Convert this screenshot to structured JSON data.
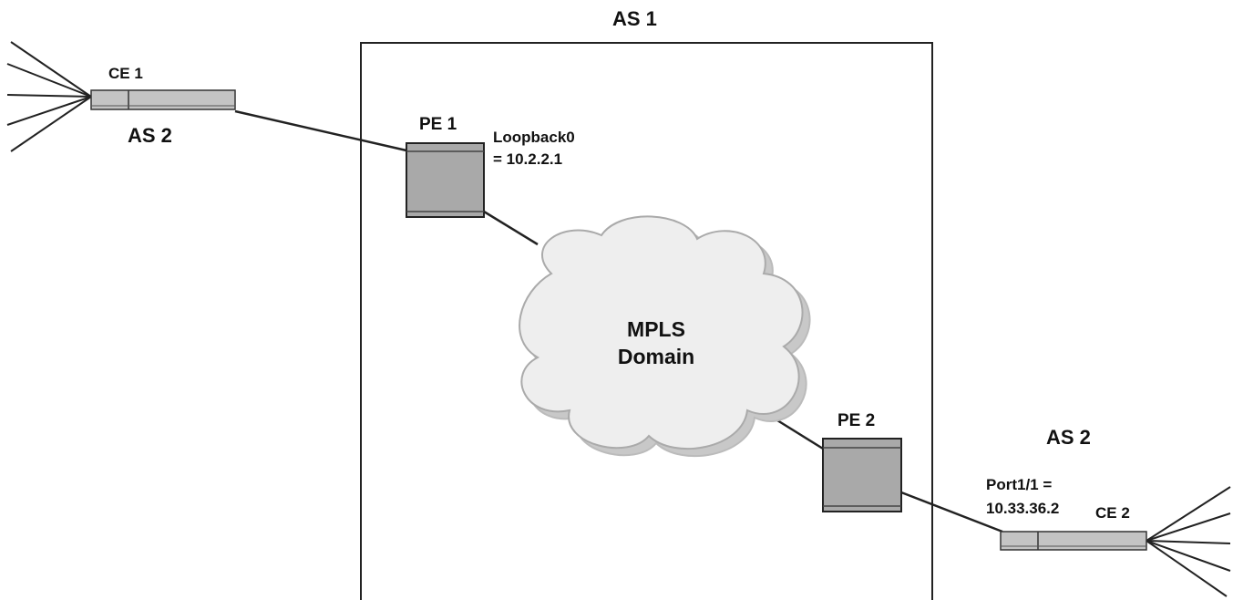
{
  "labels": {
    "as1": "AS 1",
    "as2_left": "AS 2",
    "as2_right": "AS 2",
    "ce1": "CE 1",
    "ce2": "CE 2",
    "pe1": "PE 1",
    "pe2": "PE 2",
    "loopback_line1": "Loopback0",
    "loopback_line2": "= 10.2.2.1",
    "port_line1": "Port1/1 =",
    "port_line2": "10.33.36.2",
    "cloud_line1": "MPLS",
    "cloud_line2": "Domain"
  },
  "colors": {
    "router_fill": "#a9a9a9",
    "ce_fill": "#c4c4c4",
    "cloud_fill": "#eeeeee",
    "cloud_shadow": "#c8c8c8",
    "line": "#222222"
  }
}
